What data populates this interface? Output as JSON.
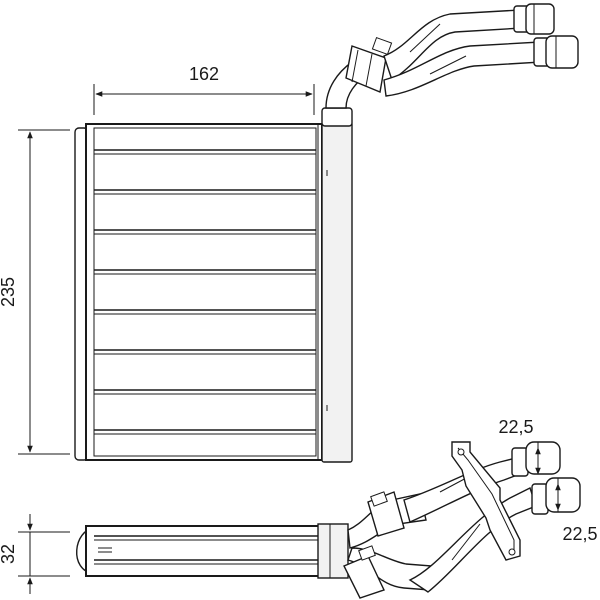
{
  "dimensions": {
    "width": "162",
    "height": "235",
    "depth": "32",
    "pipe_upper": "22,5",
    "pipe_lower": "22,5"
  },
  "colors": {
    "line": "#1a1a1a",
    "fill": "#ffffff",
    "shade": "#f2f2f2"
  }
}
